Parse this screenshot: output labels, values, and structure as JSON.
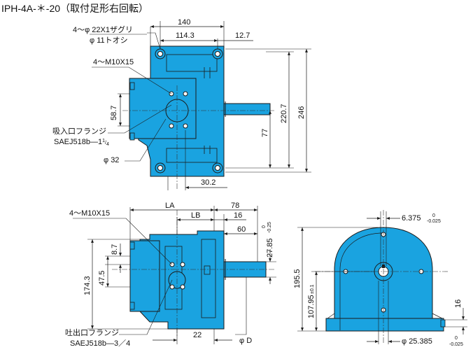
{
  "title": "IPH-4A-＊-20（取付足形右回転）",
  "colors": {
    "body_fill": "#1aa3e0",
    "line": "#1a1a1a",
    "center_line": "#333333"
  },
  "top_view": {
    "dims": {
      "d140": "140",
      "d114_3": "114.3",
      "d12_7": "12.7",
      "d58_7": "58.7",
      "d77": "77",
      "d220_7": "220.7",
      "d246": "246",
      "d30_2": "30.2"
    },
    "labels": {
      "counterbore": "4～φ 22X1ザグリ",
      "hole": "φ 11トオシ",
      "tap": "4～M10X15",
      "suction_flange": "吸入口フランジ",
      "suction_std": "SAEJ518b―",
      "suction_size_whole": "1",
      "suction_size_num": "1",
      "suction_size_den": "4",
      "bore": "φ 32"
    }
  },
  "side_view": {
    "dims": {
      "LA": "LA",
      "LB": "LB",
      "d78": "78",
      "d16": "16",
      "d60": "60",
      "d27_85": "27.85",
      "d27_85_tol_up": "0",
      "d27_85_tol_low": "-0.25",
      "d8_7": "8.7",
      "d47_5": "47.5",
      "d174_3": "174.3",
      "d22": "22",
      "phiD": "φ D"
    },
    "labels": {
      "tap": "4～M10X15",
      "discharge_flange": "吐出口フランジ",
      "discharge_std": "SAEJ518b―3／4"
    }
  },
  "front_view": {
    "dims": {
      "d6_375": "6.375",
      "d6_375_tol_up": "0",
      "d6_375_tol_low": "-0.025",
      "d195_5": "195.5",
      "d107_95": "107.95",
      "d107_95_tol": "±0.1",
      "d16": "16",
      "d25_385": "φ 25.385",
      "d25_385_tol_up": "0",
      "d25_385_tol_low": "-0.025"
    }
  }
}
